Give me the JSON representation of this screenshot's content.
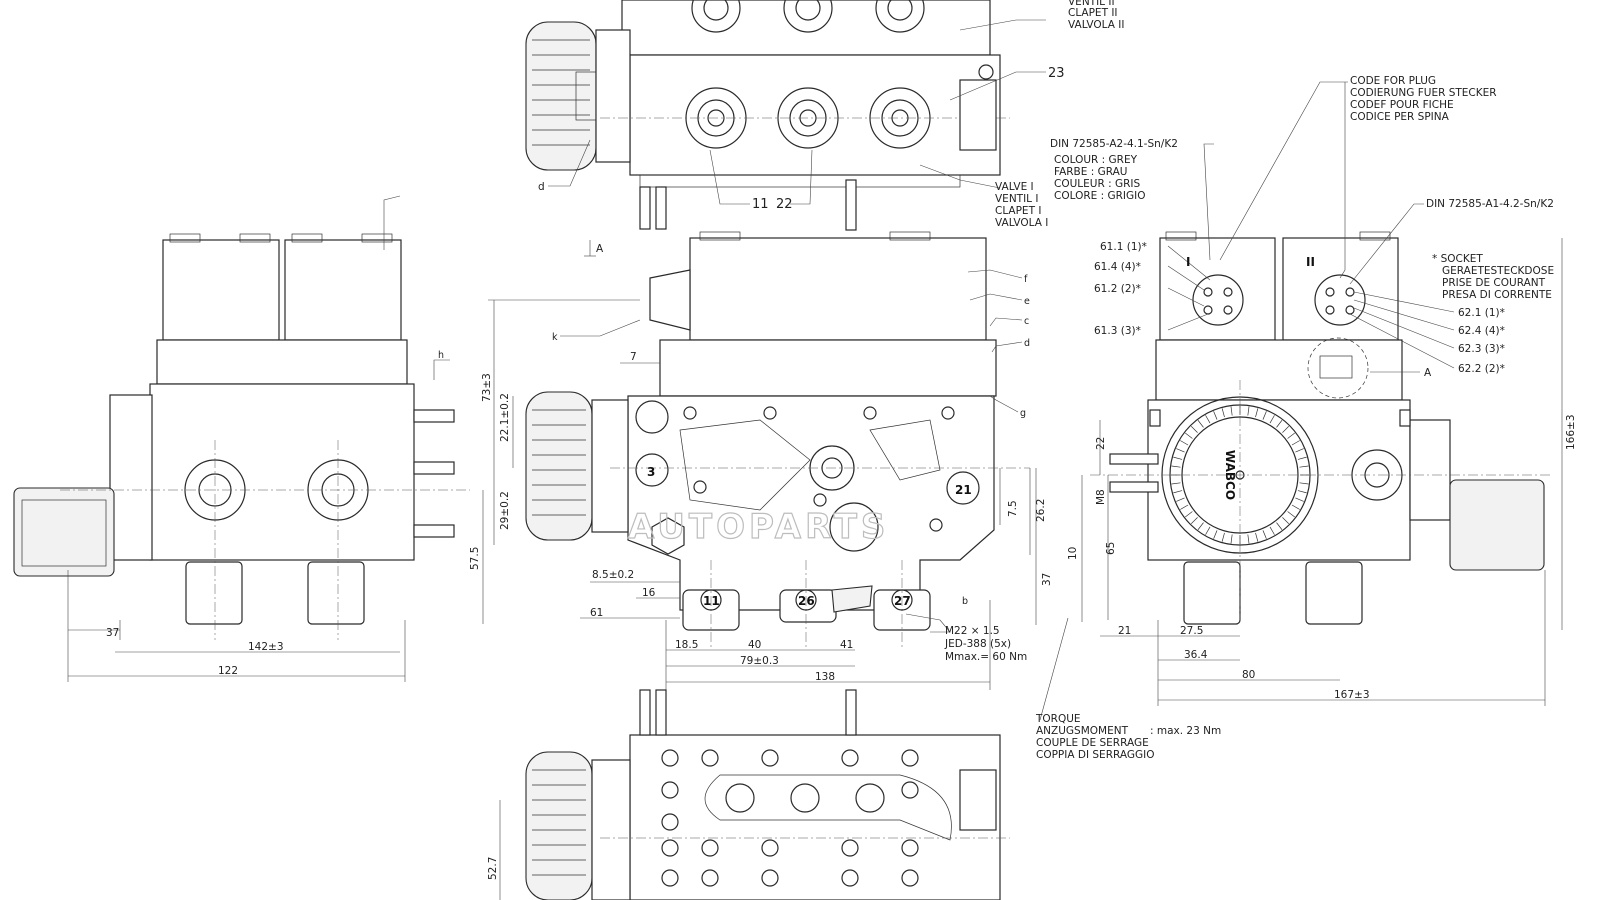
{
  "drawing": {
    "top_view": {
      "valve_2": [
        "VENTIL II",
        "CLAPET II",
        "VALVOLA II"
      ],
      "valve_1": [
        "VALVE I",
        "VENTIL I",
        "CLAPET I",
        "VALVOLA I"
      ],
      "callouts": [
        "23",
        "11",
        "22"
      ],
      "letter_d": "d",
      "section_a": "A"
    },
    "front_view": {
      "letters": [
        "f",
        "e",
        "c",
        "d",
        "g",
        "k",
        "b",
        "h"
      ],
      "port_numbers": [
        "3",
        "21",
        "11",
        "26",
        "27"
      ],
      "dimensions": [
        "73±3",
        "22.1±0.2",
        "29±0.2",
        "57.5",
        "7",
        "7.5",
        "26.2",
        "37",
        "8.5±0.2",
        "16",
        "61",
        "18.5",
        "40",
        "41",
        "79±0.3",
        "138",
        "122",
        "142±3",
        "37"
      ],
      "thread_note": [
        "M22 × 1.5",
        "JED-388 (5x)",
        "Mmax.= 60 Nm"
      ]
    },
    "side_view": {
      "plug_code_label": [
        "CODE FOR PLUG",
        "CODIERUNG FUER STECKER",
        "CODEF POUR FICHE",
        "CODICE PER SPINA"
      ],
      "din_1": "DIN 72585-A2-4.1-Sn/K2",
      "colour_legend": [
        "COLOUR  : GREY",
        "FARBE    : GRAU",
        "COULEUR : GRIS",
        "COLORE  : GRIGIO"
      ],
      "din_2": "DIN 72585-A1-4.2-Sn/K2",
      "socket_label": [
        "* SOCKET",
        "GERAETESTECKDOSE",
        "PRISE DE COURANT",
        "PRESA DI CORRENTE"
      ],
      "pins_left": [
        "61.1 (1)*",
        "61.4 (4)*",
        "61.2 (2)*",
        "61.3 (3)*"
      ],
      "pins_right": [
        "62.1 (1)*",
        "62.4 (4)*",
        "62.3 (3)*",
        "62.2 (2)*"
      ],
      "roman": [
        "I",
        "II"
      ],
      "detail_a": "A",
      "brand": "WABCO",
      "dimensions": [
        "22",
        "M8",
        "65",
        "10",
        "21",
        "27.5",
        "36.4",
        "80",
        "167±3",
        "166±3"
      ]
    },
    "torque_note": {
      "labels": [
        "TORQUE",
        "ANZUGSMOMENT",
        "COUPLE DE SERRAGE",
        "COPPIA DI SERRAGGIO"
      ],
      "value": ": max. 23 Nm"
    },
    "bottom_view": {
      "dimension": "52.7"
    },
    "watermark": "AUTOPARTS"
  }
}
